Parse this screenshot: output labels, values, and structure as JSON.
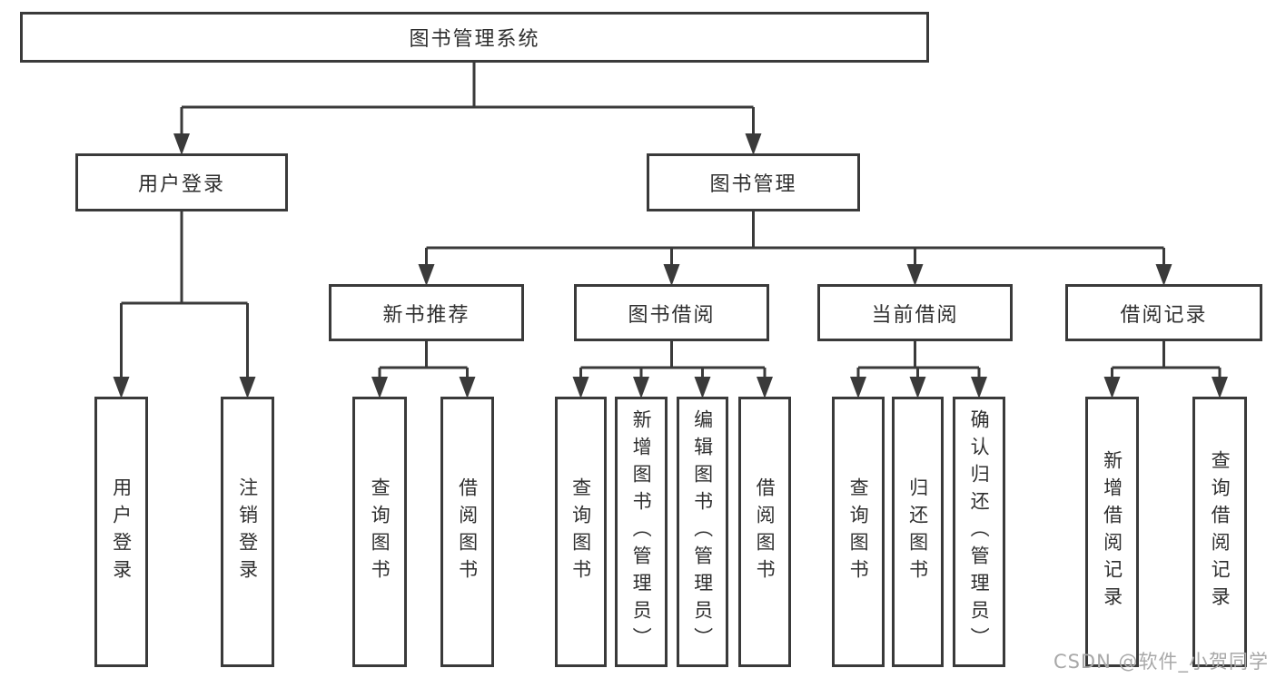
{
  "diagram": {
    "watermark": "CSDN @软件_小贺同学",
    "colors": {
      "line": "#3a3a3a",
      "text": "#2f2f2f",
      "watermark": "#a8a8a8",
      "background": "#ffffff"
    },
    "nodes": {
      "root": {
        "label": "图书管理系统"
      },
      "user_login": {
        "label": "用户登录"
      },
      "book_mgmt": {
        "label": "图书管理"
      },
      "new_book": {
        "label": "新书推荐"
      },
      "book_borrow": {
        "label": "图书借阅"
      },
      "current_borrow": {
        "label": "当前借阅"
      },
      "borrow_record": {
        "label": "借阅记录"
      }
    },
    "leaves": {
      "user_login": [
        "用户登录",
        "注销登录"
      ],
      "new_book": [
        "查询图书",
        "借阅图书"
      ],
      "book_borrow": [
        "查询图书",
        "新增图书（管理员）",
        "编辑图书（管理员）",
        "借阅图书"
      ],
      "current_borrow": [
        "查询图书",
        "归还图书",
        "确认归还（管理员）"
      ],
      "borrow_record": [
        "新增借阅记录",
        "查询借阅记录"
      ]
    }
  }
}
